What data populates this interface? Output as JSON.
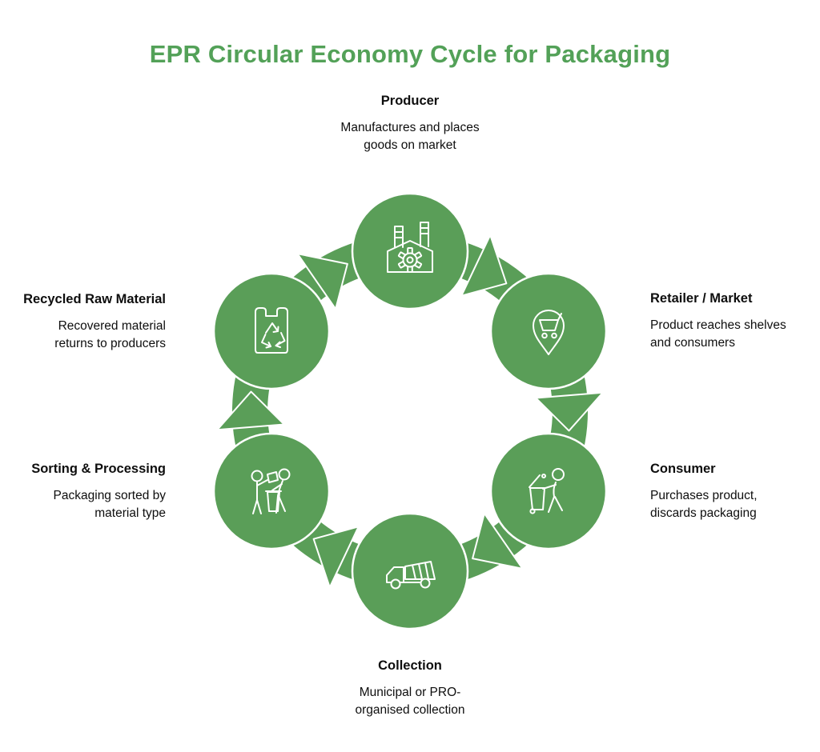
{
  "title": "EPR Circular Economy Cycle for Packaging",
  "colors": {
    "title_green": "#53a158",
    "node_green": "#5a9e58",
    "icon_stroke": "#ffffff",
    "text": "#0e0e0e",
    "background": "#ffffff"
  },
  "cycle_direction": "clockwise",
  "nodes": [
    {
      "id": "producer",
      "label": "Producer",
      "desc": "Manufactures and places\ngoods on market",
      "icon": "factory-icon",
      "position": "top"
    },
    {
      "id": "retailer",
      "label": "Retailer / Market",
      "desc": "Product reaches shelves\nand consumers",
      "icon": "map-pin-cart-icon",
      "position": "upper-right"
    },
    {
      "id": "consumer",
      "label": "Consumer",
      "desc": "Purchases product,\ndiscards packaging",
      "icon": "person-discarding-icon",
      "position": "lower-right"
    },
    {
      "id": "collection",
      "label": "Collection",
      "desc": "Municipal or PRO-\norganised collection",
      "icon": "garbage-truck-icon",
      "position": "bottom"
    },
    {
      "id": "sorting",
      "label": "Sorting & Processing",
      "desc": "Packaging sorted by\nmaterial type",
      "icon": "people-sorting-icon",
      "position": "lower-left"
    },
    {
      "id": "recycled",
      "label": "Recycled Raw Material",
      "desc": "Recovered material\nreturns to producers",
      "icon": "bag-recycle-icon",
      "position": "upper-left"
    }
  ]
}
